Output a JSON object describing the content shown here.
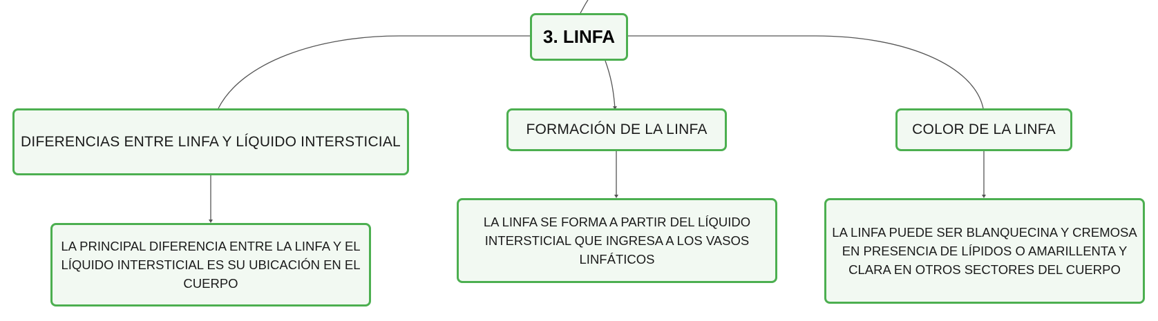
{
  "diagram": {
    "root": {
      "label": "3. LINFA"
    },
    "branches": [
      {
        "label": "DIFERENCIAS ENTRE LINFA Y LÍQUIDO INTERSTICIAL",
        "child": "LA PRINCIPAL DIFERENCIA ENTRE LA LINFA Y EL LÍQUIDO INTERSTICIAL ES SU UBICACIÓN EN EL CUERPO"
      },
      {
        "label": "FORMACIÓN DE LA LINFA",
        "child": "LA LINFA SE FORMA A PARTIR DEL LÍQUIDO INTERSTICIAL QUE INGRESA A LOS VASOS LINFÁTICOS"
      },
      {
        "label": "COLOR DE LA LINFA",
        "child": "LA LINFA PUEDE SER BLANQUECINA Y CREMOSA EN PRESENCIA DE LÍPIDOS O AMARILLENTA Y CLARA EN OTROS SECTORES DEL CUERPO"
      }
    ]
  },
  "colors": {
    "node_border": "#4caf50",
    "node_fill": "#f2f9f2",
    "connector": "#555555"
  }
}
